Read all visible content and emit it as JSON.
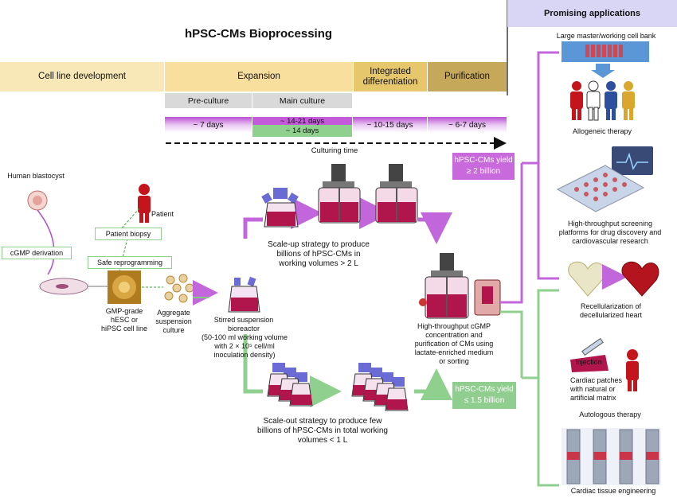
{
  "title": "hPSC-CMs Bioprocessing",
  "phases": [
    {
      "label": "Cell line development"
    },
    {
      "label": "Expansion"
    },
    {
      "label": "Integrated differentiation"
    },
    {
      "label": "Purification"
    }
  ],
  "subphases": {
    "pre_culture": "Pre-culture",
    "main_culture": "Main culture"
  },
  "durations": {
    "pre_culture": "~ 7 days",
    "main_culture_up": "~ 14-21 days",
    "main_culture_out": "~ 14 days",
    "differentiation": "~ 10-15 days",
    "purification": "~ 6-7 days"
  },
  "culturing_time": "Culturing time",
  "left": {
    "human_blastocyst": "Human blastocyst",
    "patient": "Patient",
    "patient_biopsy": "Patient biopsy",
    "cgmp_derivation": "cGMP derivation",
    "safe_reprogramming": "Safe reprogramming",
    "gmp_grade": "GMP-grade hESC or hiPSC cell line",
    "aggregate": "Aggregate suspension culture",
    "stirred_title": "Stirred suspension bioreactor",
    "stirred_detail_1": "(50-100 ml working volume",
    "stirred_detail_2": "with 2 × 10⁵ cell/ml",
    "stirred_detail_3": "inoculation density)"
  },
  "scale_up": "Scale-up strategy to produce billions of hPSC-CMs in working volumes > 2 L",
  "scale_out": "Scale-out strategy to produce few billions of hPSC-CMs in total working volumes < 1 L",
  "purification_text": "High-throughput cGMP concentration and purification of CMs using lactate-enriched medium or sorting",
  "yield_up": {
    "line1": "hPSC-CMs yield",
    "line2": "≥ 2 billion"
  },
  "yield_out": {
    "line1": "hPSC-CMs yield",
    "line2": "≤ 1.5 billion"
  },
  "applications": {
    "header": "Promising applications",
    "cell_bank": "Large master/working cell bank",
    "allogeneic": "Allogeneic therapy",
    "screening": "High-throughput screening platforms for drug discovery and cardiovascular research",
    "recell": "Recellularization of decellularized heart",
    "injection": "Injection",
    "patches": "Cardiac patches with natural or artificial matrix",
    "autologous": "Autologous therapy",
    "tissue": "Cardiac tissue engineering"
  },
  "colors": {
    "phase_yellow": "#f8e8b8",
    "expansion_yellow": "#f9dfa0",
    "diff_gold": "#e6c76c",
    "purif_olive": "#c7a85b",
    "purple": "#c060d8",
    "green": "#8fd08f",
    "app_header": "#d9d6f5",
    "yield_up_bg": "#c86adb",
    "yield_out_bg": "#8fce8f"
  }
}
